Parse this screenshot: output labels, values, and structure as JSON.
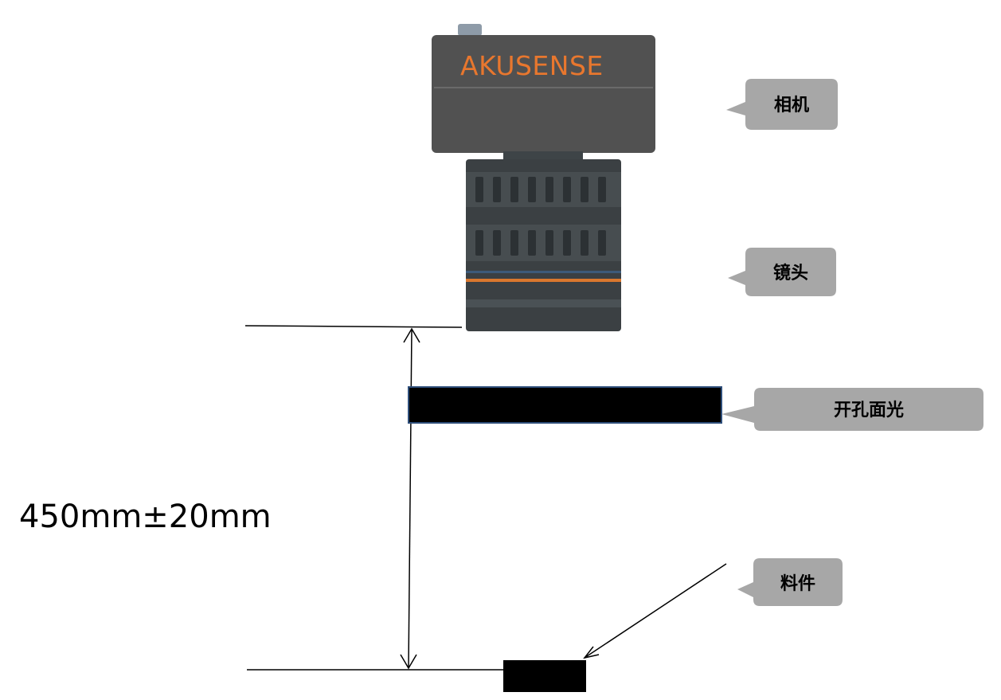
{
  "camera": {
    "brand": "AKUSENSE",
    "body_color": "#515151",
    "brand_color": "#E8772E"
  },
  "lens": {
    "accent_color": "#D9772E"
  },
  "callouts": {
    "camera": "相机",
    "lens": "镜头",
    "light": "开孔面光",
    "workpiece": "料件"
  },
  "dimension": {
    "label": "450mm±20mm"
  },
  "colors": {
    "callout_bg": "#A7A7A7",
    "light_fill": "#000000",
    "light_border": "#2E4E7A",
    "line": "#000000"
  }
}
